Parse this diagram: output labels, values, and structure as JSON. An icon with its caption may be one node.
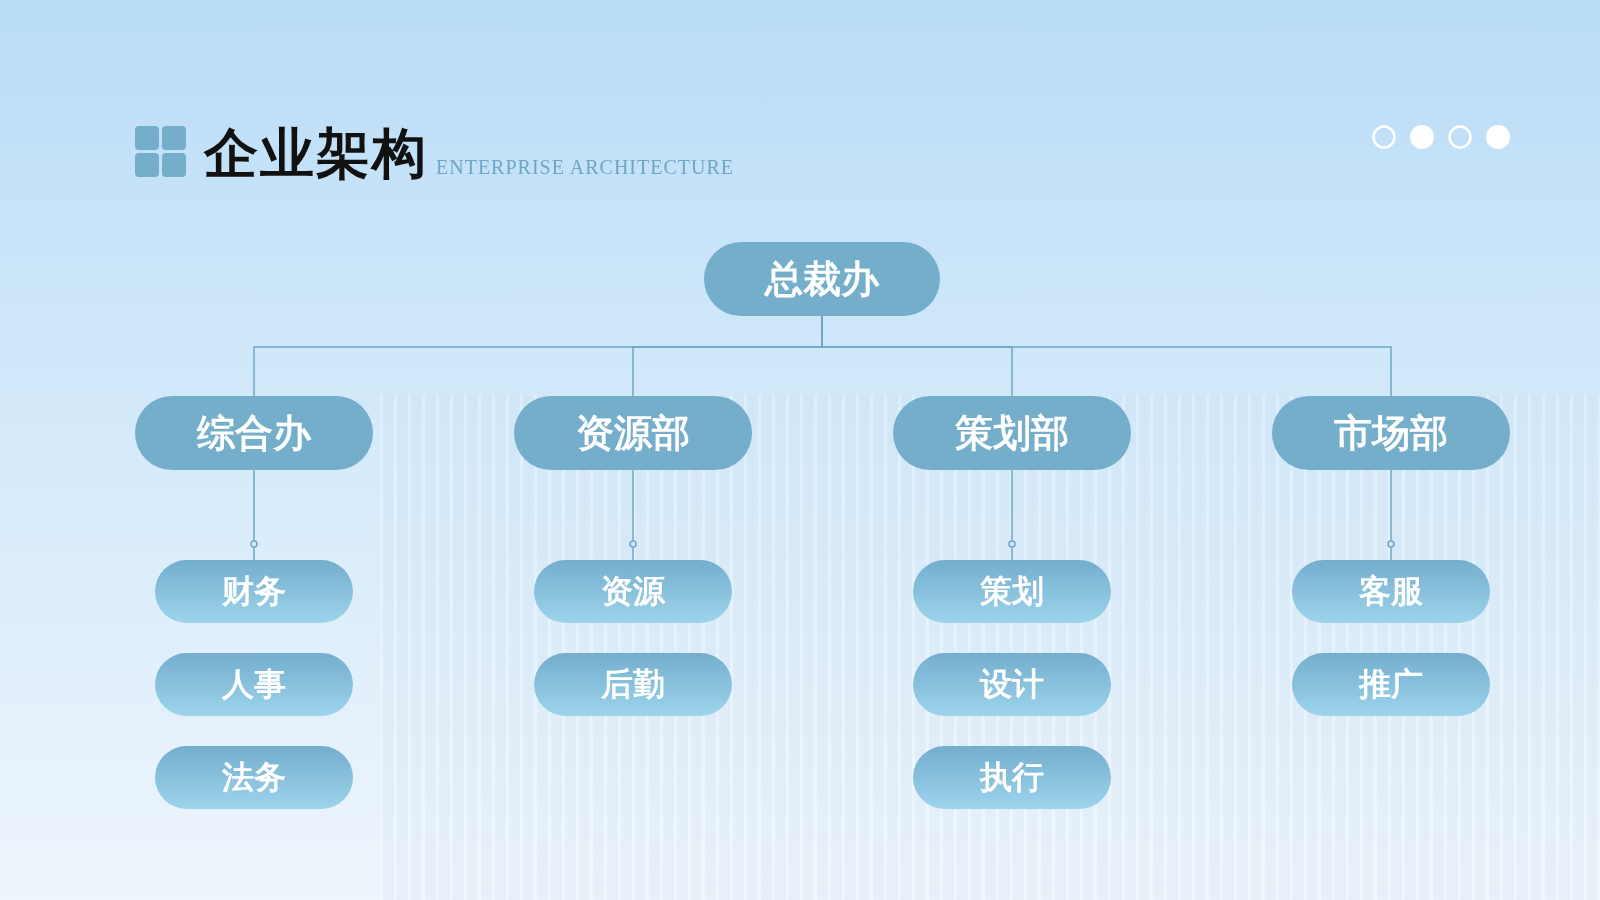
{
  "diagram": {
    "title": "企业架构",
    "nodes": [
      {
        "text": [
          "总裁办"
        ]
      },
      {
        "text": [
          "综合办"
        ]
      },
      {
        "text": [
          "资源部"
        ]
      },
      {
        "text": [
          "策划部"
        ]
      },
      {
        "text": [
          "市场部"
        ]
      },
      {
        "text": [
          "财务"
        ]
      },
      {
        "text": [
          "人事"
        ]
      },
      {
        "text": [
          "法务"
        ]
      },
      {
        "text": [
          "资源"
        ]
      },
      {
        "text": [
          "后勤"
        ]
      },
      {
        "text": [
          "策划"
        ]
      },
      {
        "text": [
          "设计"
        ]
      },
      {
        "text": [
          "执行"
        ]
      },
      {
        "text": [
          "客服"
        ]
      },
      {
        "text": [
          "推广"
        ]
      }
    ],
    "edges": [
      {
        "from": 0,
        "to": 1,
        "arrow": "none"
      },
      {
        "from": 0,
        "to": 2,
        "arrow": "none"
      },
      {
        "from": 0,
        "to": 3,
        "arrow": "none"
      },
      {
        "from": 0,
        "to": 4,
        "arrow": "none"
      },
      {
        "from": 1,
        "to": 5,
        "arrow": "other"
      },
      {
        "from": 2,
        "to": 8,
        "arrow": "other"
      },
      {
        "from": 3,
        "to": 10,
        "arrow": "other"
      },
      {
        "from": 4,
        "to": 13,
        "arrow": "other"
      }
    ],
    "labels": [
      "ENTERPRISE ARCHITECTURE"
    ]
  }
}
